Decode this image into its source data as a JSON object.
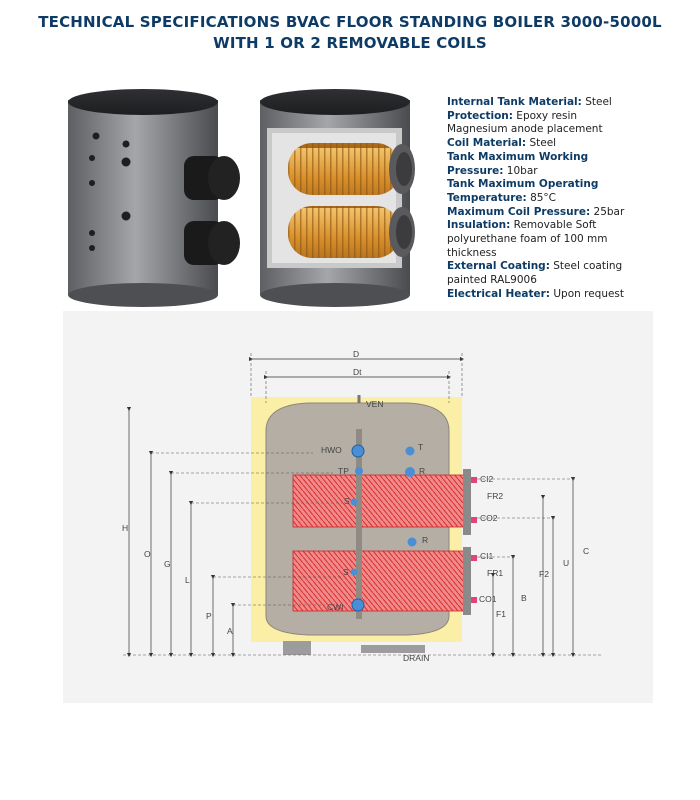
{
  "title": {
    "line1": "Technical specifications BVAC floor standing boiler 3000-5000L",
    "line2": "with 1 or 2 removable coils"
  },
  "specs": [
    {
      "label": "Internal Tank Material:",
      "value": " Steel"
    },
    {
      "label": "Protection:",
      "value": " Epoxy resin"
    },
    {
      "label": "",
      "value": "Magnesium anode placement"
    },
    {
      "label": "Coil Material:",
      "value": " Steel"
    },
    {
      "label": "Tank Maximum Working",
      "value": ""
    },
    {
      "label": "Pressure:",
      "value": " 10bar"
    },
    {
      "label": "Tank Maximum Operating",
      "value": ""
    },
    {
      "label": "Temperature:",
      "value": " 85°C"
    },
    {
      "label": "Maximum Coil Pressure:",
      "value": " 25bar"
    },
    {
      "label": "Insulation:",
      "value": " Removable Soft"
    },
    {
      "label": "",
      "value": "polyurethane foam of 100 mm"
    },
    {
      "label": "",
      "value": "thickness"
    },
    {
      "label": "External Coating:",
      "value": " Steel coating"
    },
    {
      "label": "",
      "value": "painted RAL9006"
    },
    {
      "label": "Electrical Heater:",
      "value": " Upon request"
    }
  ],
  "diagram": {
    "dims_top": {
      "d": "D",
      "dt": "Dt"
    },
    "dims_left": {
      "h": "H",
      "o": "O",
      "g": "G",
      "l": "L",
      "p": "P",
      "a": "A"
    },
    "dims_right": {
      "c": "C",
      "u": "U",
      "f2": "F2",
      "b": "B",
      "f1": "F1"
    },
    "ports": {
      "ven": "VEN",
      "hwo": "HWO",
      "t_top": "T",
      "tp": "TP",
      "r_top": "R",
      "ci2": "CI2",
      "fr2": "FR2",
      "co2": "CO2",
      "s_top": "S",
      "r_mid": "R",
      "ci1": "CI1",
      "fr1": "FR1",
      "s_bot": "S",
      "cwi": "CWI",
      "co1": "CO1",
      "drain": "DRAIN"
    }
  }
}
